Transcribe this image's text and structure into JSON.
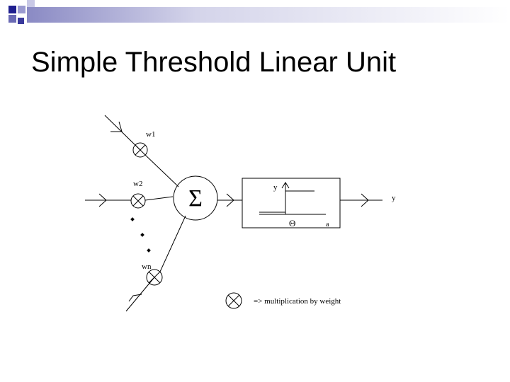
{
  "slide": {
    "title": "Simple Threshold Linear Unit",
    "accent_color": "#1f1f8f"
  },
  "diagram": {
    "weight_labels": [
      "w1",
      "w2",
      "wn"
    ],
    "sum_symbol": "Σ",
    "step_box": {
      "y_axis_label": "y",
      "threshold_symbol": "Θ",
      "x_axis_label": "a"
    },
    "output_label": "y",
    "legend": {
      "icon": "multiplication-circle-icon",
      "text": "=> multiplication by weight"
    }
  }
}
